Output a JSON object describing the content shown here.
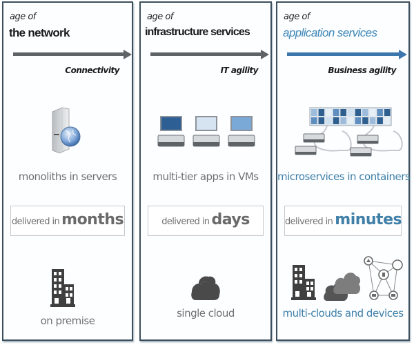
{
  "panels": [
    {
      "age_label": "age of",
      "title": "the network",
      "arrow_caption": "Connectivity",
      "workload": "monoliths in servers",
      "delivered_prefix": "delivered in",
      "delivered_unit": "months",
      "deployment": "on premise",
      "icons": [
        "server-globe-icon",
        "building-icon"
      ]
    },
    {
      "age_label": "age of",
      "title": "infrastructure services",
      "arrow_caption": "IT agility",
      "workload": "multi-tier apps in VMs",
      "delivered_prefix": "delivered in",
      "delivered_unit": "days",
      "deployment": "single cloud",
      "icons": [
        "vm-laptop-icon",
        "cloud-icon"
      ]
    },
    {
      "age_label": "age of",
      "title": "application services",
      "arrow_caption": "Business agility",
      "workload": "microservices in containers",
      "delivered_prefix": "delivered in",
      "delivered_unit": "minutes",
      "deployment": "multi-clouds and devices",
      "icons": [
        "container-grid-icon",
        "building-icon",
        "multi-cloud-icon",
        "device-network-icon"
      ]
    }
  ],
  "colors": {
    "arrow_gray": "#5f6366",
    "arrow_blue": "#3b76ad",
    "accent_blue": "#3f7fa8",
    "border": "#3d4f5c",
    "icon_dark": "#3f3f3f"
  }
}
